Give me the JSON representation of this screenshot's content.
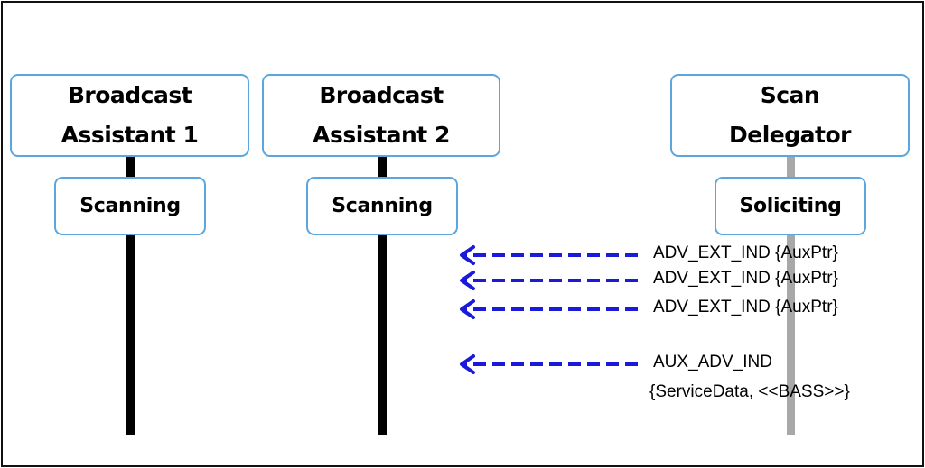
{
  "participants": [
    {
      "name": "Broadcast\nAssistant 1",
      "state": "Scanning"
    },
    {
      "name": "Broadcast\nAssistant 2",
      "state": "Scanning"
    },
    {
      "name": "Scan\nDelegator",
      "state": "Soliciting"
    }
  ],
  "messages": [
    {
      "label": "ADV_EXT_IND {AuxPtr}"
    },
    {
      "label": "ADV_EXT_IND {AuxPtr}"
    },
    {
      "label": "ADV_EXT_IND {AuxPtr}"
    },
    {
      "label": "AUX_ADV_IND",
      "detail": "{ServiceData, <<BASS>>}"
    }
  ],
  "colors": {
    "box_border": "#5ba7dd",
    "arrow": "#1a1adb",
    "scan_delegator_lifeline": "#a8a8a8"
  }
}
